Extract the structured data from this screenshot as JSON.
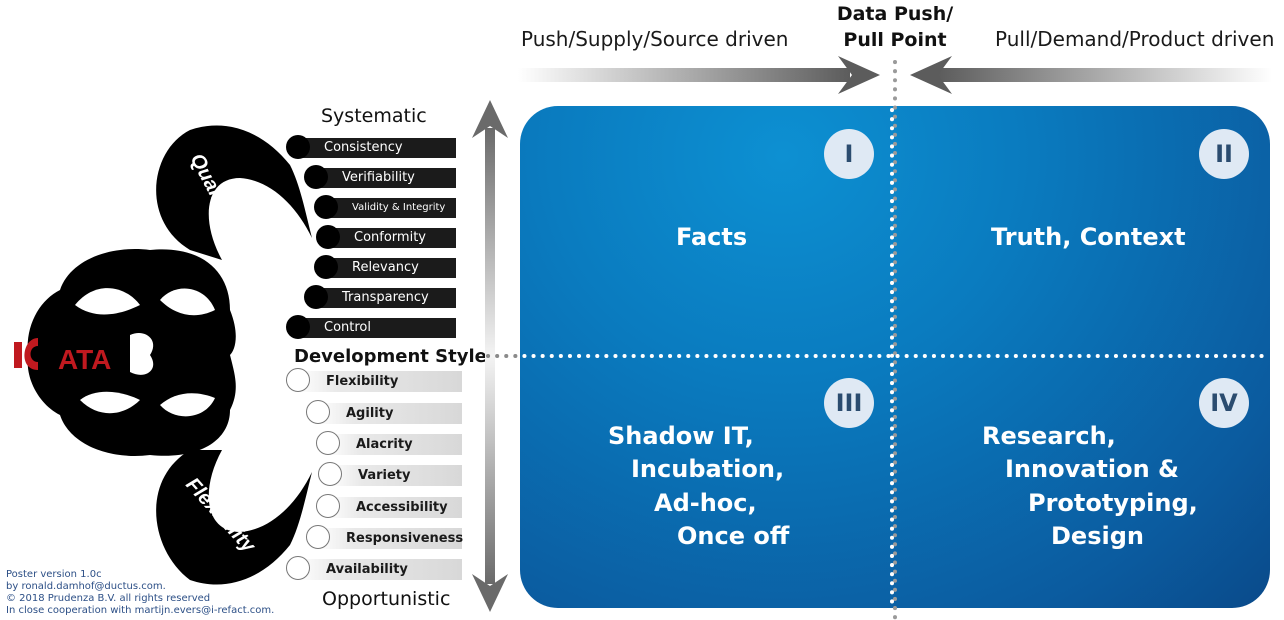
{
  "header": {
    "push_label": "Push/Supply/Source driven",
    "pull_label": "Pull/Demand/Product driven",
    "center_line1": "Data Push/",
    "center_line2": "Pull Point"
  },
  "axis": {
    "top_label": "Systematic",
    "bottom_label": "Opportunistic",
    "middle_label": "Development Style"
  },
  "logo": {
    "text": "ATA",
    "quality_word": "Quality",
    "flexibility_word": "Flexibility"
  },
  "quality_items": [
    "Consistency",
    "Verifiability",
    "Validity & Integrity",
    "Conformity",
    "Relevancy",
    "Transparency",
    "Control"
  ],
  "flexibility_items": [
    "Flexibility",
    "Agility",
    "Alacrity",
    "Variety",
    "Accessibility",
    "Responsiveness",
    "Availability"
  ],
  "quadrants": [
    {
      "numeral": "I",
      "lines": [
        "Facts"
      ]
    },
    {
      "numeral": "II",
      "lines": [
        "Truth, Context"
      ]
    },
    {
      "numeral": "III",
      "lines": [
        "Shadow IT,",
        "Incubation,",
        "Ad-hoc,",
        "Once off"
      ]
    },
    {
      "numeral": "IV",
      "lines": [
        "Research,",
        "Innovation &",
        "Prototyping,",
        "Design"
      ]
    }
  ],
  "footer": [
    "Poster version 1.0c",
    "by  ronald.damhof@ductus.com.",
    "© 2018 Prudenza B.V. all rights reserved",
    "In close cooperation with martijn.evers@i-refact.com."
  ],
  "colors": {
    "quadrant_blue_light": "#0a86c8",
    "quadrant_blue_dark": "#0b5096",
    "accent_red": "#c0191f"
  }
}
